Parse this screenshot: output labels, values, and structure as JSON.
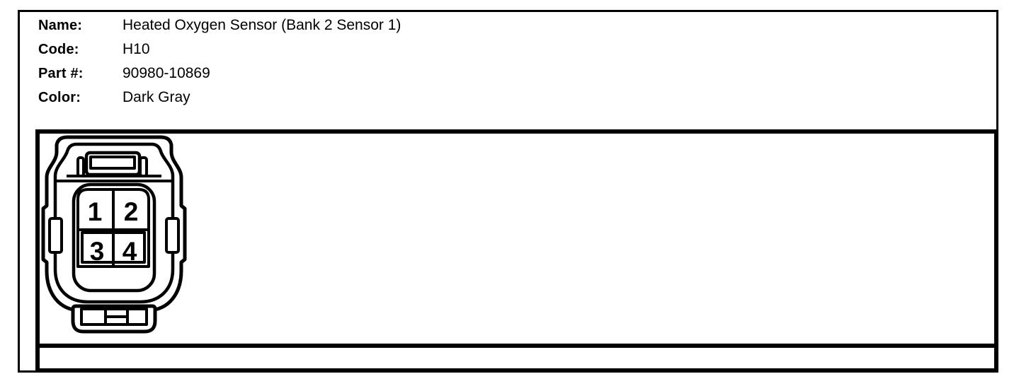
{
  "panel": {
    "fields": [
      {
        "label": "Name:",
        "value": "Heated Oxygen Sensor (Bank 2 Sensor 1)"
      },
      {
        "label": "Code:",
        "value": "H10"
      },
      {
        "label": "Part #:",
        "value": "90980-10869"
      },
      {
        "label": "Color:",
        "value": "Dark Gray"
      }
    ]
  },
  "connector": {
    "drawing": "4-pin-connector-front-view",
    "pins": [
      "1",
      "2",
      "3",
      "4"
    ]
  },
  "colors": {
    "ink": "#000000",
    "background": "#ffffff"
  }
}
